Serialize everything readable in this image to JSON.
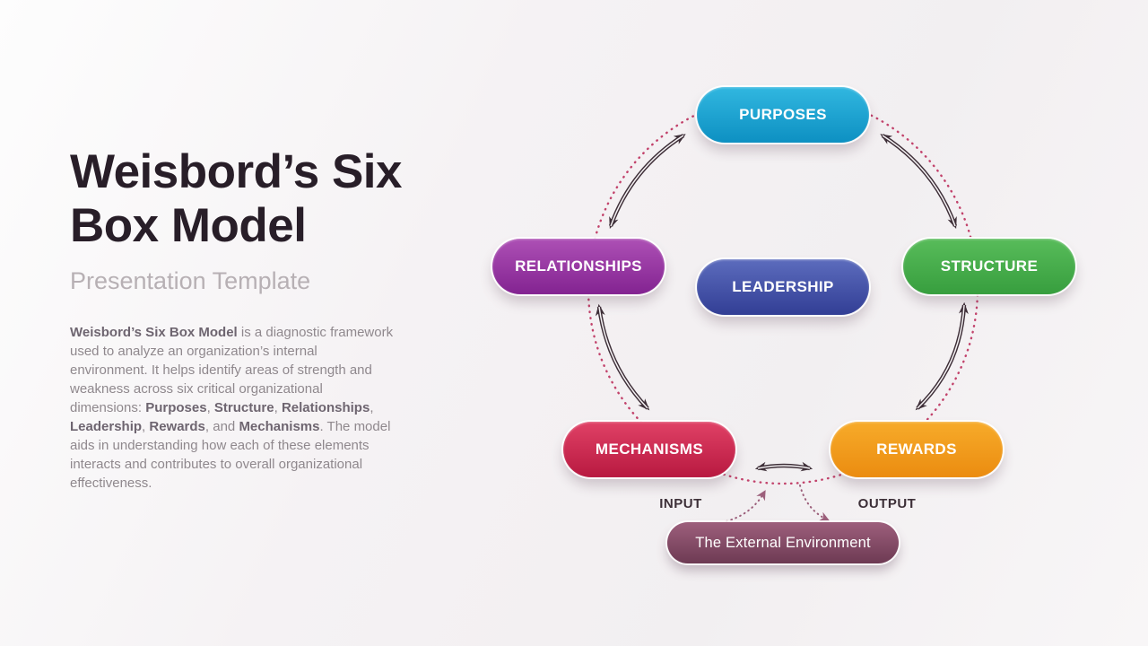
{
  "intro": {
    "title_line1": "Weisbord’s Six",
    "title_line2": "Box Model",
    "subtitle": "Presentation Template",
    "description": [
      {
        "text": "Weisbord’s Six Box Model",
        "bold": true
      },
      {
        "text": " is a diagnostic framework used to analyze an organization’s internal environment. It helps identify areas of strength and weakness across six critical organizational dimensions: ",
        "bold": false
      },
      {
        "text": "Purposes",
        "bold": true
      },
      {
        "text": ", ",
        "bold": false
      },
      {
        "text": "Structure",
        "bold": true
      },
      {
        "text": ", ",
        "bold": false
      },
      {
        "text": "Relationships",
        "bold": true
      },
      {
        "text": ", ",
        "bold": false
      },
      {
        "text": "Leadership",
        "bold": true
      },
      {
        "text": ", ",
        "bold": false
      },
      {
        "text": "Rewards",
        "bold": true
      },
      {
        "text": ", and ",
        "bold": false
      },
      {
        "text": "Mechanisms",
        "bold": true
      },
      {
        "text": ". The model aids in understanding how each of these elements interacts and contributes to overall organizational effectiveness.",
        "bold": false
      }
    ]
  },
  "diagram": {
    "boxes": {
      "purposes": {
        "label": "PURPOSES",
        "top": "#31b7e0",
        "bottom": "#0d90c2"
      },
      "relationships": {
        "label": "RELATIONSHIPS",
        "top": "#ad50b5",
        "bottom": "#832391"
      },
      "leadership": {
        "label": "LEADERSHIP",
        "top": "#5c6cbd",
        "bottom": "#323e95"
      },
      "structure": {
        "label": "STRUCTURE",
        "top": "#58bc5a",
        "bottom": "#379e3e"
      },
      "mechanisms": {
        "label": "MECHANISMS",
        "top": "#e04166",
        "bottom": "#b81940"
      },
      "rewards": {
        "label": "REWARDS",
        "top": "#f7ab2a",
        "bottom": "#eb8c10"
      },
      "external": {
        "label": "The External Environment",
        "top": "#9d5f7c",
        "bottom": "#6d3a53"
      }
    },
    "input_label": "INPUT",
    "output_label": "OUTPUT"
  },
  "colors": {
    "circle-dot": "#c2426b",
    "arrow-dark": "#3e2f38",
    "env-arrow": "#9c5f7b",
    "title-text": "#281e28",
    "subtitle-text": "#b7b0b4",
    "body-text": "#8f888d",
    "body-bold": "#6e6570",
    "flow-label": "#3d3038"
  }
}
